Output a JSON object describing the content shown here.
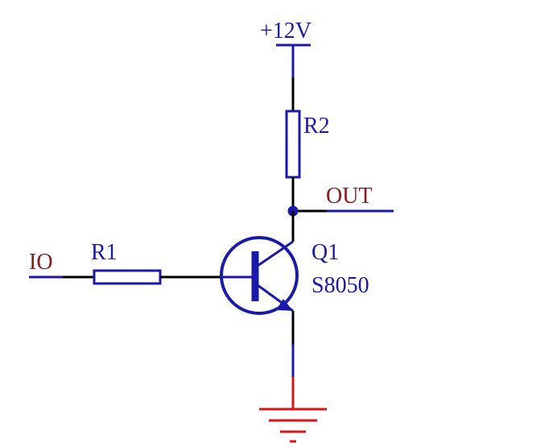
{
  "labels": {
    "supply": "+12V",
    "r2": "R2",
    "out": "OUT",
    "io": "IO",
    "r1": "R1",
    "q1": "Q1",
    "q1_part": "S8050"
  },
  "colors": {
    "component": "#1a1aa6",
    "wire": "#000000",
    "net_label": "#8b1a1a",
    "ground": "#d8141a"
  }
}
